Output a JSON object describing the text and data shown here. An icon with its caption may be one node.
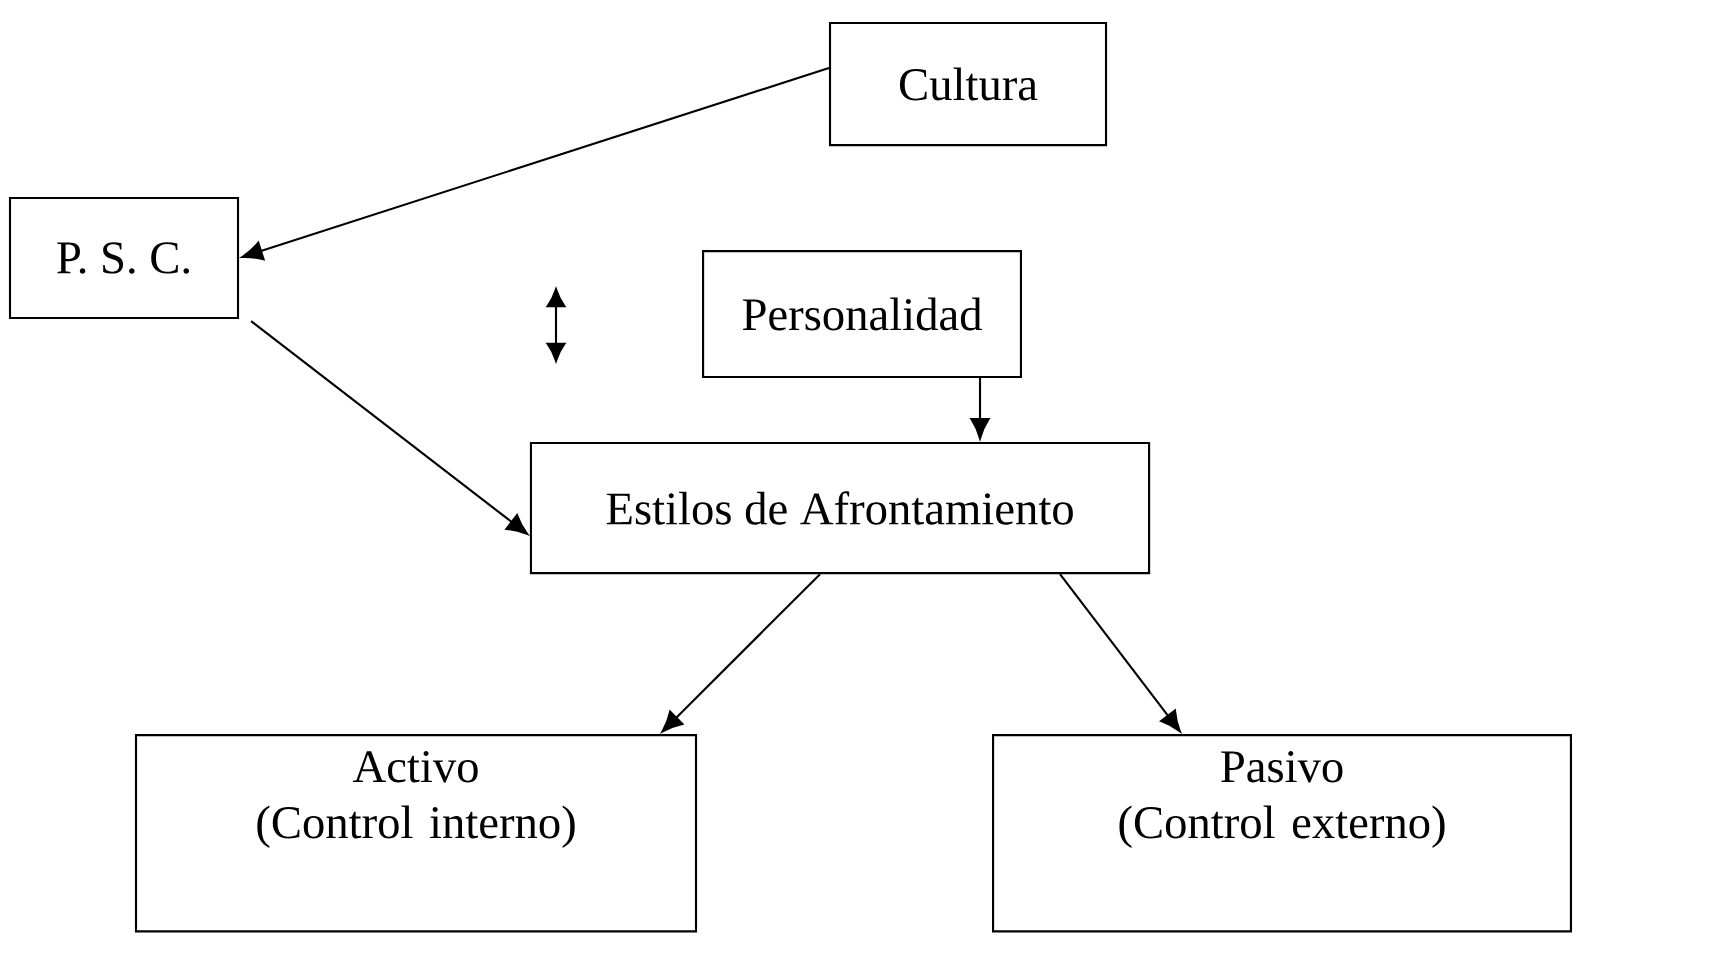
{
  "diagram": {
    "nodes": [
      {
        "text": [
          "Cultura"
        ]
      },
      {
        "text": [
          "P. S. C."
        ]
      },
      {
        "text": [
          "Personalidad"
        ]
      },
      {
        "text": [
          "Estilos de Afrontamiento"
        ]
      },
      {
        "text": [
          "Activo",
          "(Control interno)"
        ]
      },
      {
        "text": [
          "Pasivo",
          "(Control externo)"
        ]
      }
    ],
    "edges": [
      {
        "from": 0,
        "to": 1,
        "arrow": "to"
      },
      {
        "from": 1,
        "to": 3,
        "arrow": "to"
      },
      {
        "from": 2,
        "to": 3,
        "arrow": "to"
      },
      {
        "from": 3,
        "to": 4,
        "arrow": "to"
      },
      {
        "from": 3,
        "to": 5,
        "arrow": "to"
      }
    ]
  }
}
